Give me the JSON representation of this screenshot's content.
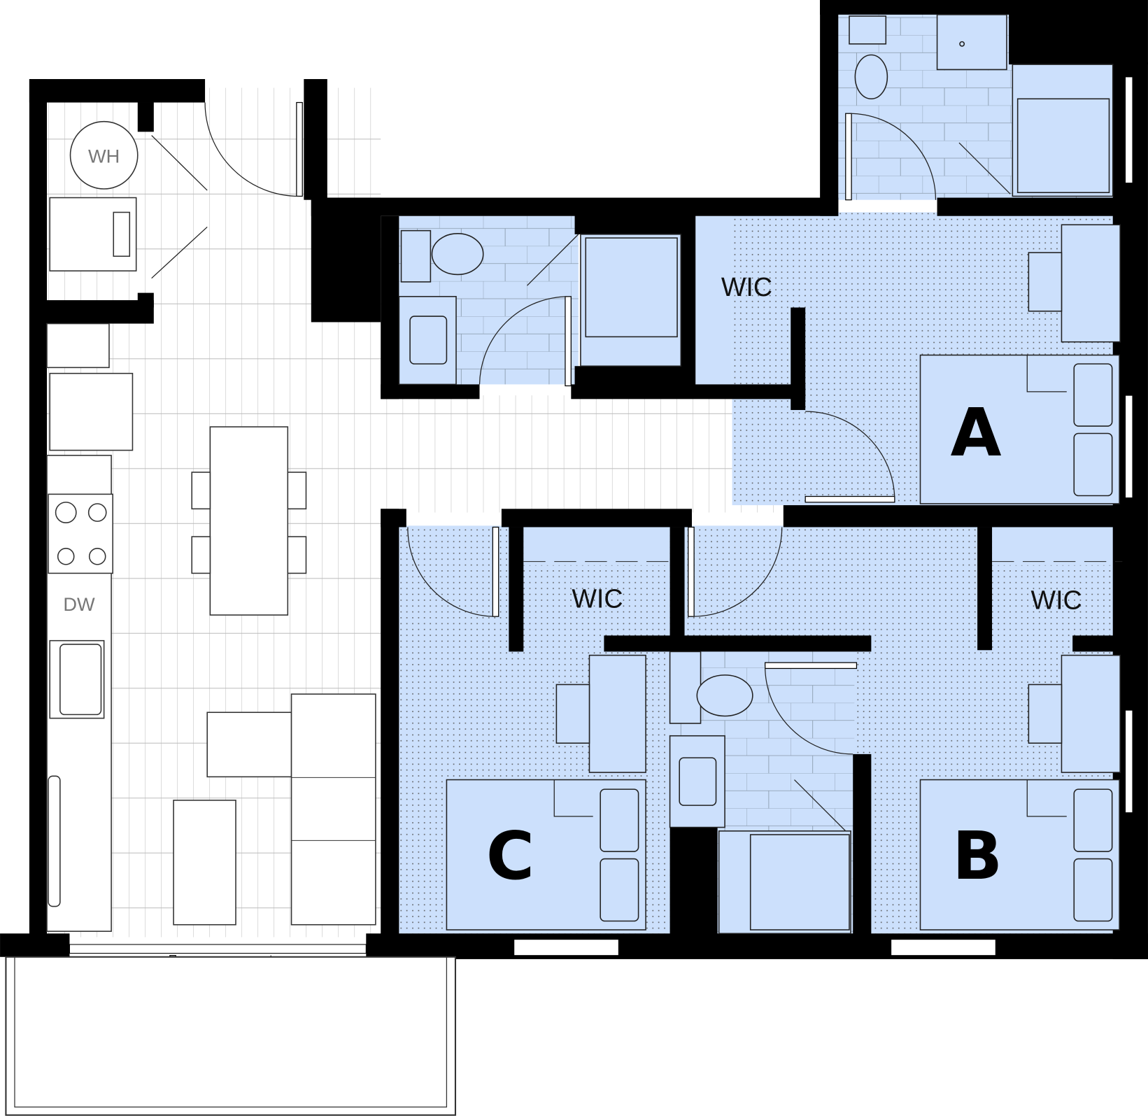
{
  "floor_plan": {
    "labels": {
      "water_heater": "WH",
      "dishwasher": "DW",
      "wic_a": "WIC",
      "wic_c": "WIC",
      "wic_b": "WIC",
      "bedroom_a": "A",
      "bedroom_b": "B",
      "bedroom_c": "C"
    },
    "colors": {
      "wall": "#000000",
      "bedroom_fill": "#cce0fc",
      "living_floor": "#ffffff",
      "plank_line": "#bbbbbb"
    }
  }
}
